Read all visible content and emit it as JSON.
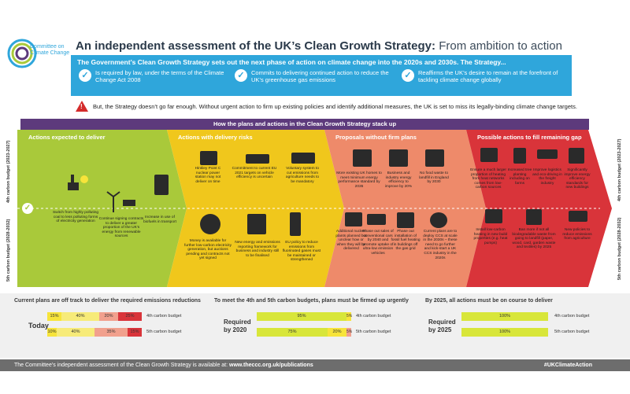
{
  "logo": {
    "line1": "Committee on",
    "line2": "Climate Change"
  },
  "title": {
    "main": "An independent assessment of the UK’s Clean Growth Strategy:",
    "sub": "From ambition to action"
  },
  "intro": {
    "head": "The Government’s Clean Growth Strategy sets out the next phase of action on climate change into the 2020s and 2030s. The Strategy...",
    "items": [
      "Is required by law, under the terms of the Climate Change Act 2008",
      "Commits to delivering continued action to reduce the UK’s greenhouse gas emissions",
      "Reaffirms the UK’s desire to remain at the forefront of tackling climate change globally"
    ]
  },
  "warning": "But, the Strategy doesn’t go far enough. Without urgent action to firm up existing policies and identify additional measures, the UK is set to miss its legally-binding climate change targets.",
  "stack_title": "How the plans and actions in the Clean Growth Strategy stack up",
  "side_labels": {
    "left_top": "4th carbon budget (2023-2027)",
    "left_bottom": "5th carbon budget (2028-2032)",
    "right_top": "4th carbon budget (2023-2027)",
    "right_bottom": "5th carbon budget (2028-2032)"
  },
  "columns": [
    {
      "label": "Actions expected to deliver",
      "color": "#a9c93a",
      "items": [
        "Switch from highly polluting coal to less polluting forms of electricity generation",
        "Continue signing contracts to deliver a greater proportion of the UK’s energy from renewable sources",
        "Increase in use of biofuels in transport"
      ]
    },
    {
      "label": "Actions with delivery risks",
      "color": "#f0c71c",
      "items": [
        "Hinkley Point C nuclear power station may not deliver on time",
        "Commitment to current EU 2021 targets on vehicle efficiency is uncertain",
        "Voluntary system to cut emissions from agriculture needs to be mandatory",
        "Money is available for further low-carbon electricity generation, but auctions pending and contracts not yet signed",
        "New energy and emissions reporting framework for business and industry still to be finalised",
        "EU policy to reduce emissions from fluorinated gases must be maintained or strengthened"
      ]
    },
    {
      "label": "Proposals without firm plans",
      "color": "#ee8a6a",
      "items": [
        "More existing UK homes to meet minimum energy performance standard by 2035",
        "Business and industry energy efficiency to improve by 20%",
        "No food waste to landfill in England by 2030",
        "Additional nuclear plants planned but unclear how or when they will be delivered",
        "Phase out sales of conventional cars by 2040 and promote uptake of ultra-low emission vehicles",
        "Phase out installation of fossil fuel heating in buildings off the gas grid",
        "Current plans are to deploy CCS at scale in the 2030s – these need to go further and kick-start a UK CCS industry in the 2020s"
      ]
    },
    {
      "label": "Possible actions to fill remaining gap",
      "color": "#d9343a",
      "items": [
        "Ensure a much larger proportion of heating from heat networks comes from low-carbon sources",
        "Increased tree planting including on farms",
        "Improve logistics and eco-driving in the freight industry",
        "Significantly improve energy efficiency standards for new buildings",
        "Install low-carbon heating in new build properties (e.g. heat pumps)",
        "Ban more if not all biodegradable waste from going to landfill (paper, wood, card, garden waste and textiles) by 2025",
        "New policies to reduce emissions from agriculture"
      ]
    }
  ],
  "bottom": {
    "h1": "Current plans are off track to deliver the required emissions reductions",
    "h2": "To meet the 4th and 5th carbon budgets, plans must be firmed up urgently",
    "h3": "By 2025, all actions must be on course to deliver",
    "today": "Today",
    "req2020a": "Required",
    "req2020b": "by 2020",
    "req2025a": "Required",
    "req2025b": "by 2025",
    "b4": "4th carbon budget",
    "b5": "5th carbon budget",
    "today4": [
      "15%",
      "40%",
      "20%",
      "25%"
    ],
    "today5": [
      "10%",
      "40%",
      "35%",
      "15%"
    ],
    "r2020_4": [
      "95%",
      "5%"
    ],
    "r2020_5": [
      "75%",
      "20%",
      "5%"
    ],
    "r2025_4": [
      "100%"
    ],
    "r2025_5": [
      "100%"
    ]
  },
  "footer": {
    "text": "The Committee’s independent assessment of the Clean Growth Strategy is available at:",
    "url": "www.theccc.org.uk/publications",
    "tag": "#UKClimateAction"
  }
}
